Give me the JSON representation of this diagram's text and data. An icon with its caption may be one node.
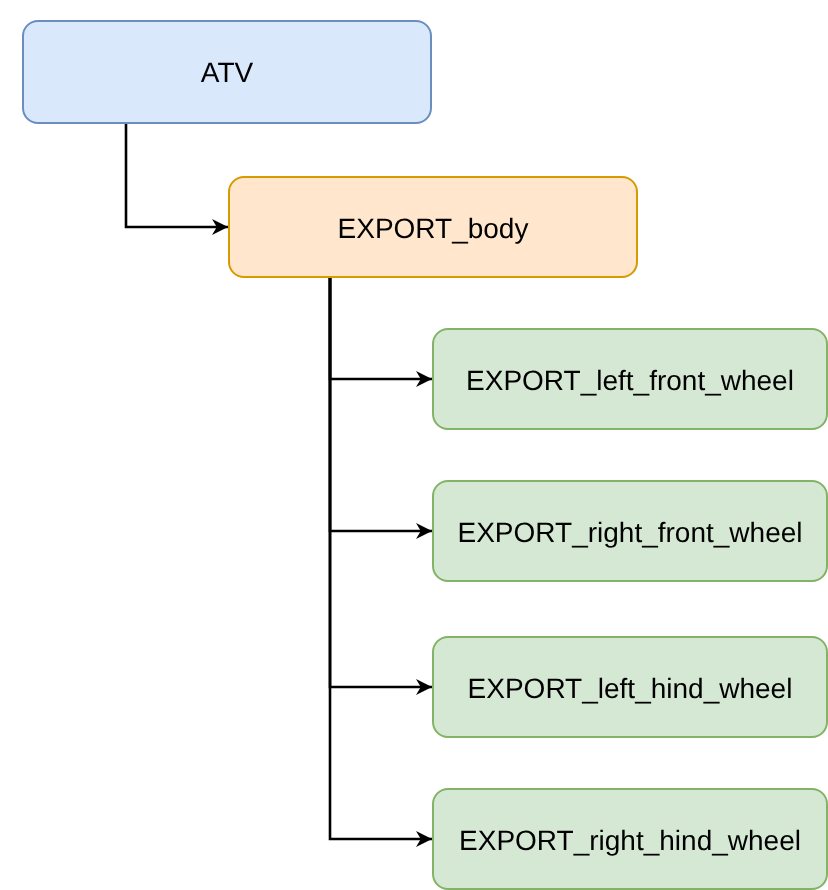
{
  "diagram": {
    "nodes": [
      {
        "text": [
          "ATV"
        ]
      },
      {
        "text": [
          "EXPORT_body"
        ]
      },
      {
        "text": [
          "EXPORT_left_front_wheel"
        ]
      },
      {
        "text": [
          "EXPORT_right_front_wheel"
        ]
      },
      {
        "text": [
          "EXPORT_left_hind_wheel"
        ]
      },
      {
        "text": [
          "EXPORT_right_hind_wheel"
        ]
      }
    ],
    "edges": [
      {
        "from": 0,
        "to": 1,
        "arrow": "to"
      },
      {
        "from": 1,
        "to": 2,
        "arrow": "to"
      },
      {
        "from": 1,
        "to": 3,
        "arrow": "to"
      },
      {
        "from": 1,
        "to": 4,
        "arrow": "to"
      },
      {
        "from": 1,
        "to": 5,
        "arrow": "to"
      }
    ]
  }
}
